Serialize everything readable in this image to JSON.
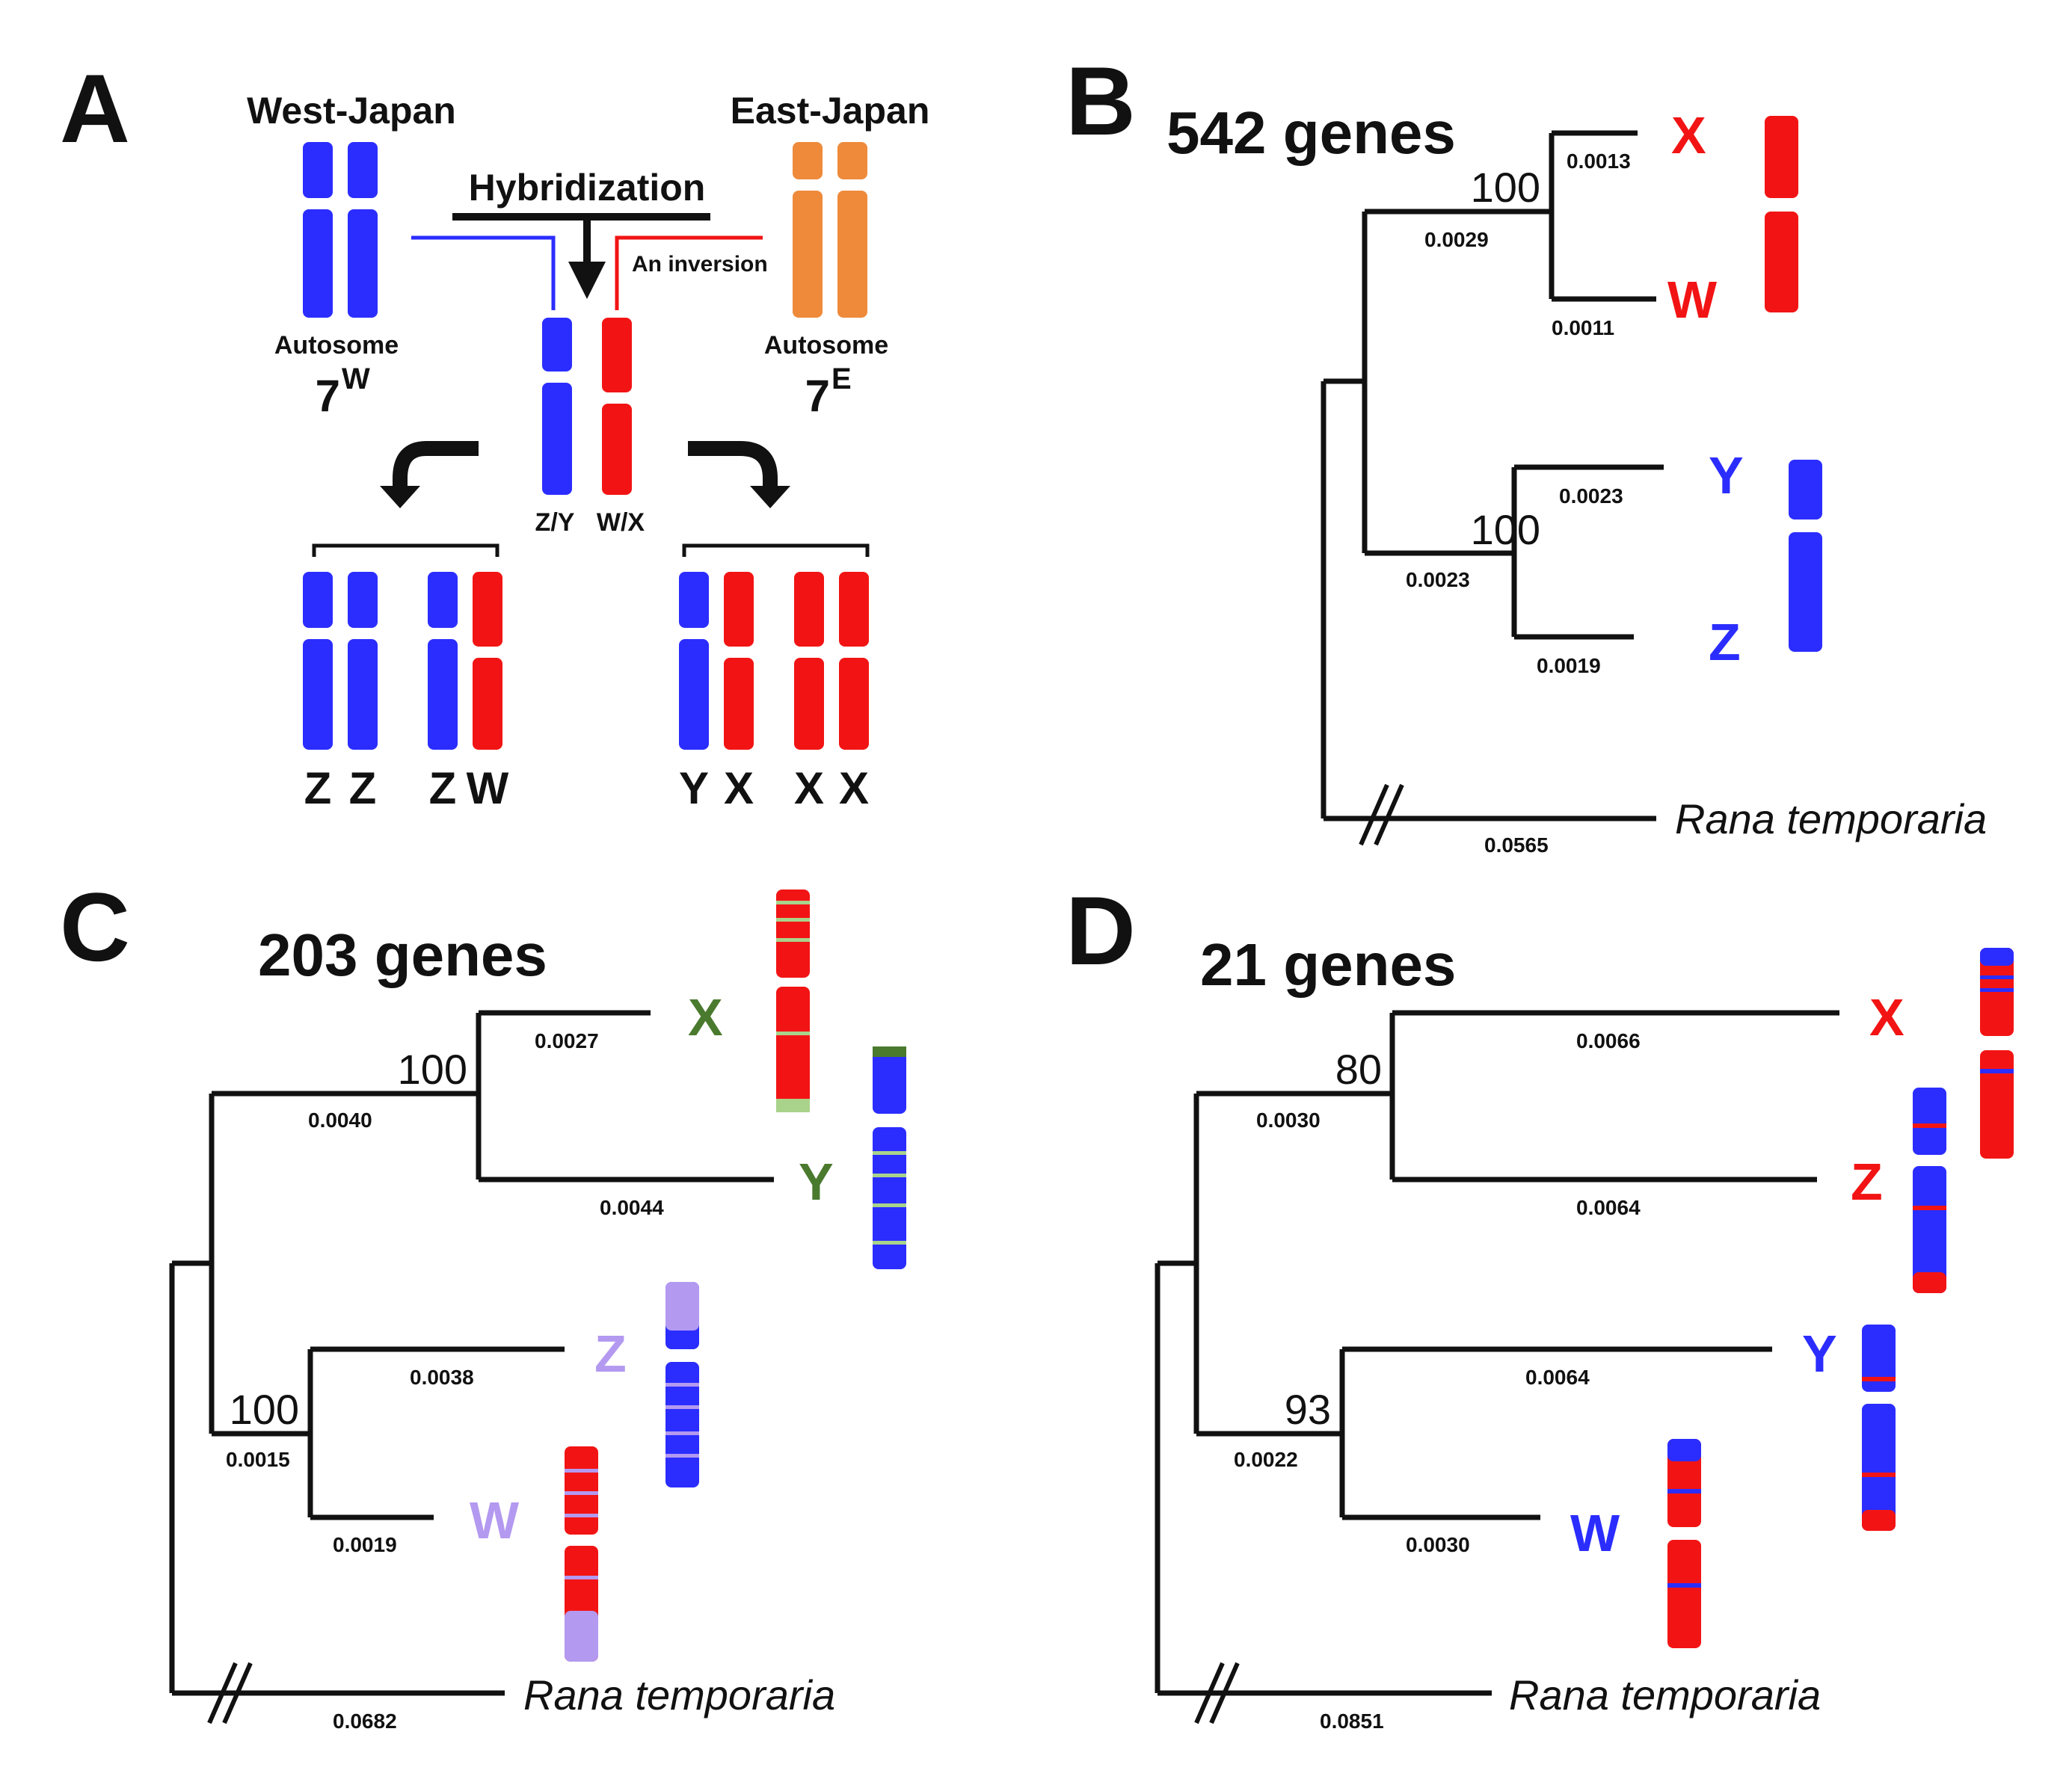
{
  "colors": {
    "blue": "#2b2dff",
    "red": "#f21414",
    "orange": "#ee8a3a",
    "green": "#4a7a2e",
    "lightgreen": "#a9d38b",
    "lavender": "#b399f0",
    "black": "#111111"
  },
  "panelA": {
    "letter": "A",
    "west_label": "West-Japan",
    "east_label": "East-Japan",
    "hybridization_label": "Hybridization",
    "inversion_label": "An inversion",
    "autosome_left": "Autosome",
    "autosome_right": "Autosome",
    "chr_left_base": "7",
    "chr_left_sup": "W",
    "chr_right_base": "7",
    "chr_right_sup": "E",
    "zy_label": "Z/Y",
    "wx_label": "W/X",
    "genotypes": [
      "Z",
      "Z",
      "Z",
      "W",
      "Y",
      "X",
      "X",
      "X"
    ]
  },
  "panelB": {
    "letter": "B",
    "title": "542 genes",
    "bootstraps": [
      "100",
      "100"
    ],
    "branch_lengths": [
      "0.0013",
      "0.0029",
      "0.0011",
      "0.0023",
      "0.0023",
      "0.0019",
      "0.0565"
    ],
    "tips": [
      "X",
      "W",
      "Y",
      "Z"
    ],
    "outgroup": "Rana temporaria"
  },
  "panelC": {
    "letter": "C",
    "title": "203 genes",
    "bootstraps": [
      "100",
      "100"
    ],
    "branch_lengths": [
      "0.0027",
      "0.0040",
      "0.0044",
      "0.0038",
      "0.0015",
      "0.0019",
      "0.0682"
    ],
    "tips": [
      "X",
      "Y",
      "Z",
      "W"
    ],
    "outgroup": "Rana temporaria"
  },
  "panelD": {
    "letter": "D",
    "title": "21 genes",
    "bootstraps": [
      "80",
      "93"
    ],
    "branch_lengths": [
      "0.0066",
      "0.0030",
      "0.0064",
      "0.0064",
      "0.0022",
      "0.0030",
      "0.0851"
    ],
    "tips": [
      "X",
      "Z",
      "Y",
      "W"
    ],
    "outgroup": "Rana temporaria"
  }
}
